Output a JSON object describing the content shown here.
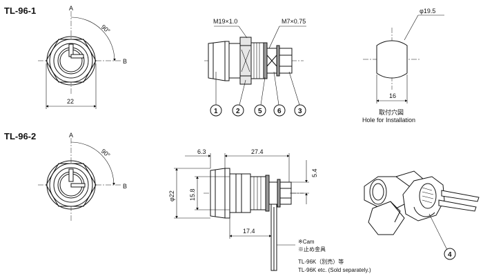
{
  "models": [
    {
      "label": "TL-96-1"
    },
    {
      "label": "TL-96-2"
    }
  ],
  "axis": {
    "a": "A",
    "b": "B",
    "angle": "90°"
  },
  "dims": {
    "hex_width": "22",
    "thread_main": "M19×1.0",
    "thread_small": "M7×0.75",
    "hole_diameter": "φ19.5",
    "hole_flat": "16",
    "len_63": "6.3",
    "len_274": "27.4",
    "dia_22": "φ22",
    "dia_158": "15.8",
    "dim_54": "5.4",
    "len_174": "17.4"
  },
  "hole_caption": {
    "jp": "取付穴図",
    "en": "Hole for Installation"
  },
  "callouts": [
    "1",
    "2",
    "5",
    "6",
    "3",
    "4"
  ],
  "notes": {
    "cam": "※Cam",
    "cam_jp": "※止め金具",
    "sold_jp": "TL-96K（別売）等",
    "sold_en": "TL-96K etc. (Sold separately.)"
  }
}
